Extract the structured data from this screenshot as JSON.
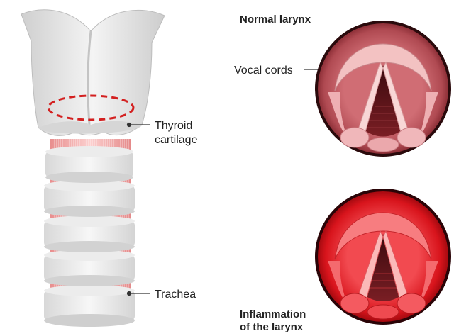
{
  "labels": {
    "normal_title": "Normal larynx",
    "vocal_cords": "Vocal cords",
    "thyroid_line1": "Thyroid",
    "thyroid_line2": "cartilage",
    "trachea": "Trachea",
    "inflamed_line1": "Inflammation",
    "inflamed_line2": "of the larynx"
  },
  "colors": {
    "cartilage": "#e3e3e3",
    "ring_pink": "#f4a8a8",
    "dashed_outline": "#d32020",
    "normal_tissue": "#c9646b",
    "inflamed_tissue": "#e8232b"
  }
}
